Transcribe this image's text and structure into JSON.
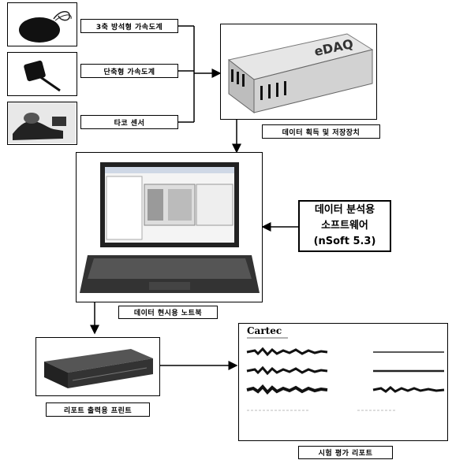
{
  "sensors": {
    "triaxial_accelerometer": "3축 방석형 가속도계",
    "uniaxial_accelerometer": "단축형 가속도계",
    "impact_hammer": "타코 센서"
  },
  "daq": {
    "label": "데이터 획득 및 저장장치",
    "logo_text": "eDAQ"
  },
  "software": {
    "line1": "데이터 분석용",
    "line2": "소프트웨어",
    "line3": "(nSoft 5.3)"
  },
  "laptop": {
    "label": "데이터 현시용 노트북"
  },
  "printer": {
    "label": "리포트 출력용 프린트"
  },
  "report": {
    "label": "시험 평가 리포트",
    "brand": "Cartec"
  },
  "colors": {
    "line": "#000000",
    "box_border": "#000000"
  }
}
